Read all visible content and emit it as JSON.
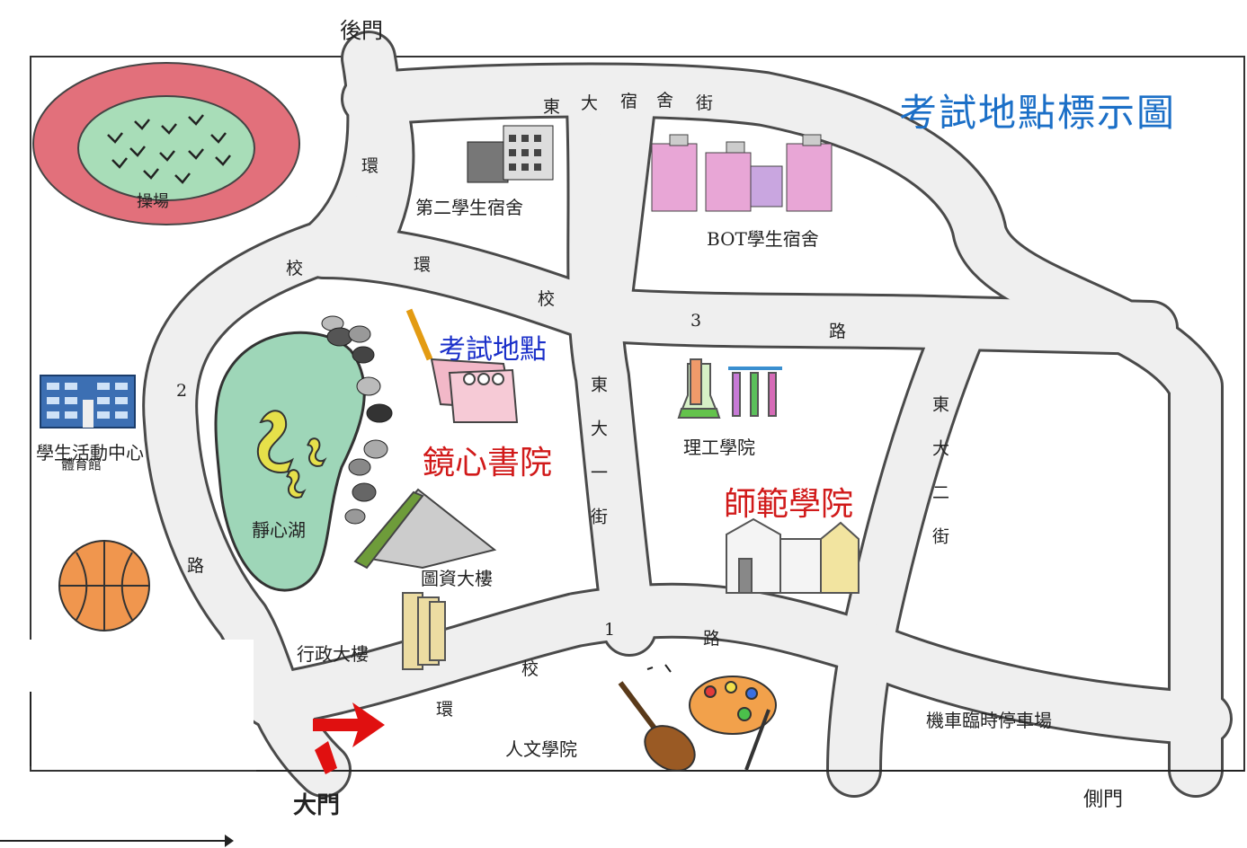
{
  "map": {
    "title": "考試地點標示圖",
    "exam_site": "考試地點",
    "gates": {
      "back": "後門",
      "main": "大門",
      "side": "側門"
    },
    "roads": {
      "dorm_street": [
        "東",
        "大",
        "宿",
        "舍",
        "街"
      ],
      "ring_road_3_upper_left": "環",
      "ring_road_3_a": "校",
      "ring_road_3_b": "環",
      "ring_road_3_c": "校",
      "ring_road_3_num": "3",
      "ring_road_3_road": "路",
      "ring_road_2_num": "2",
      "ring_road_2_road": "路",
      "ring_road_1_a": "校",
      "ring_road_1_b": "環",
      "ring_road_1_num": "1",
      "ring_road_1_road": "路",
      "dongda_1st_street": "東大一街",
      "dongda_2nd_street": "東大二街"
    },
    "buildings": {
      "playground": "操場",
      "dorm_2": "第二學生宿舍",
      "bot_dorm": "BOT學生宿舍",
      "student_center": "學生活動中心",
      "gym": "體育館",
      "lake": "靜心湖",
      "jingxin_college": "鏡心書院",
      "library": "圖資大樓",
      "admin": "行政大樓",
      "science_eng": "理工學院",
      "education": "師範學院",
      "humanities": "人文學院",
      "moto_parking": "機車臨時停車場"
    },
    "colors": {
      "road": "#efefef",
      "road_edge": "#4a4a4a",
      "track": "#e2707b",
      "grass": "#a8ddb8",
      "lake": "#9ed6b8",
      "title": "#1b6fc7",
      "exam_label": "#1a2fc9",
      "highlight": "#d11a1a",
      "arrow": "#e01010"
    }
  }
}
